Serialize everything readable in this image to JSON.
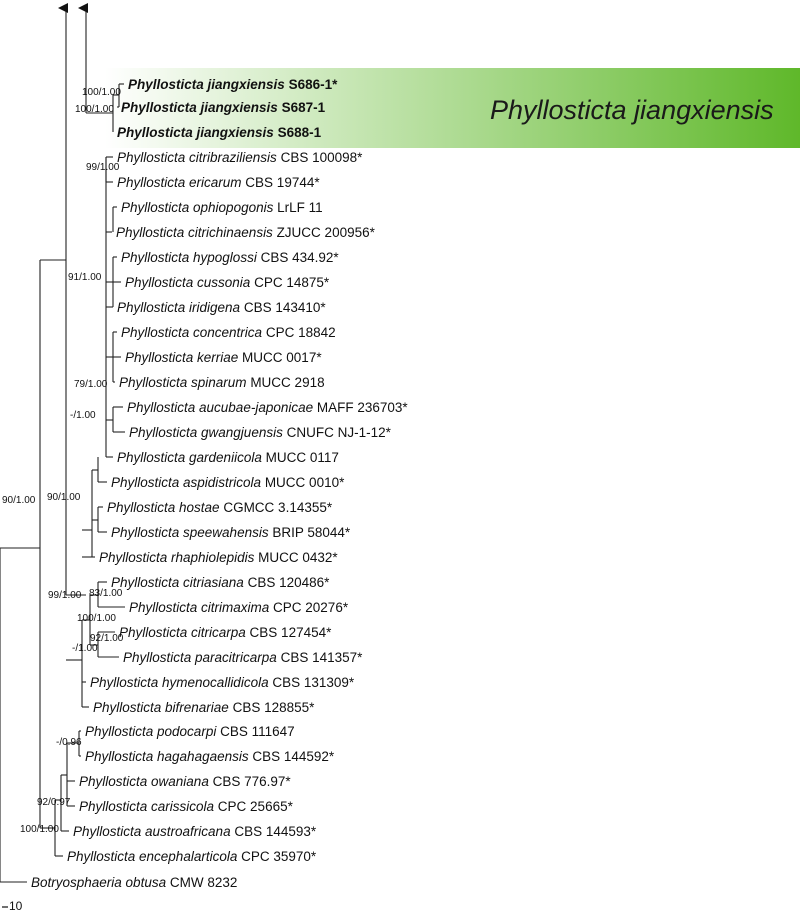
{
  "tree": {
    "highlight": {
      "label": "Phyllosticta jiangxiensis",
      "gradient_from": "#ffffff",
      "gradient_to": "#5fb82a"
    },
    "scale_label": "10",
    "taxa": [
      {
        "species": "Phyllosticta jiangxiensis",
        "strain": "S686-1*",
        "bold": true
      },
      {
        "species": "Phyllosticta jiangxiensis",
        "strain": "S687-1",
        "bold": true
      },
      {
        "species": "Phyllosticta jiangxiensis",
        "strain": "S688-1",
        "bold": true
      },
      {
        "species": "Phyllosticta citribraziliensis",
        "strain": "CBS 100098*"
      },
      {
        "species": "Phyllosticta ericarum",
        "strain": "CBS 19744*"
      },
      {
        "species": "Phyllosticta ophiopogonis",
        "strain": "LrLF 11"
      },
      {
        "species": "Phyllosticta citrichinaensis",
        "strain": "ZJUCC 200956*"
      },
      {
        "species": "Phyllosticta hypoglossi",
        "strain": "CBS 434.92*"
      },
      {
        "species": "Phyllosticta cussonia",
        "strain": "CPC 14875*"
      },
      {
        "species": "Phyllosticta iridigena",
        "strain": "CBS 143410*"
      },
      {
        "species": "Phyllosticta concentrica",
        "strain": "CPC 18842"
      },
      {
        "species": "Phyllosticta kerriae",
        "strain": "MUCC 0017*"
      },
      {
        "species": "Phyllosticta spinarum",
        "strain": "MUCC 2918"
      },
      {
        "species": "Phyllosticta aucubae-japonicae",
        "strain": "MAFF 236703*"
      },
      {
        "species": "Phyllosticta gwangjuensis",
        "strain": "CNUFC NJ-1-12*"
      },
      {
        "species": "Phyllosticta gardeniicola",
        "strain": "MUCC 0117"
      },
      {
        "species": "Phyllosticta aspidistricola",
        "strain": "MUCC 0010*"
      },
      {
        "species": "Phyllosticta hostae",
        "strain": "CGMCC 3.14355*"
      },
      {
        "species": "Phyllosticta speewahensis",
        "strain": "BRIP 58044*"
      },
      {
        "species": "Phyllosticta rhaphiolepidis",
        "strain": "MUCC 0432*"
      },
      {
        "species": "Phyllosticta citriasiana",
        "strain": "CBS 120486*"
      },
      {
        "species": "Phyllosticta citrimaxima",
        "strain": "CPC 20276*"
      },
      {
        "species": "Phyllosticta citricarpa",
        "strain": "CBS 127454*"
      },
      {
        "species": "Phyllosticta paracitricarpa",
        "strain": "CBS 141357*"
      },
      {
        "species": "Phyllosticta hymenocallidicola",
        "strain": "CBS 131309*"
      },
      {
        "species": "Phyllosticta bifrenariae",
        "strain": "CBS 128855*"
      },
      {
        "species": "Phyllosticta podocarpi",
        "strain": "CBS 111647"
      },
      {
        "species": "Phyllosticta hagahagaensis",
        "strain": "CBS 144592*"
      },
      {
        "species": "Phyllosticta owaniana",
        "strain": "CBS 776.97*"
      },
      {
        "species": "Phyllosticta carissicola",
        "strain": "CPC 25665*"
      },
      {
        "species": "Phyllosticta austroafricana",
        "strain": "CBS 144593*"
      },
      {
        "species": "Phyllosticta encephalarticola",
        "strain": "CPC 35970*"
      },
      {
        "species": "Botryosphaeria obtusa",
        "strain": "CMW 8232"
      }
    ],
    "supports": [
      "100/1.00",
      "100/1.00",
      "99/1.00",
      "91/1.00",
      "79/1.00",
      "-/1.00",
      "90/1.00",
      "90/1.00",
      "83/1.00",
      "100/1.00",
      "92/1.00",
      "-/1.00",
      "99/1.00",
      "-/0.96",
      "92/0.97",
      "100/1.00"
    ]
  }
}
